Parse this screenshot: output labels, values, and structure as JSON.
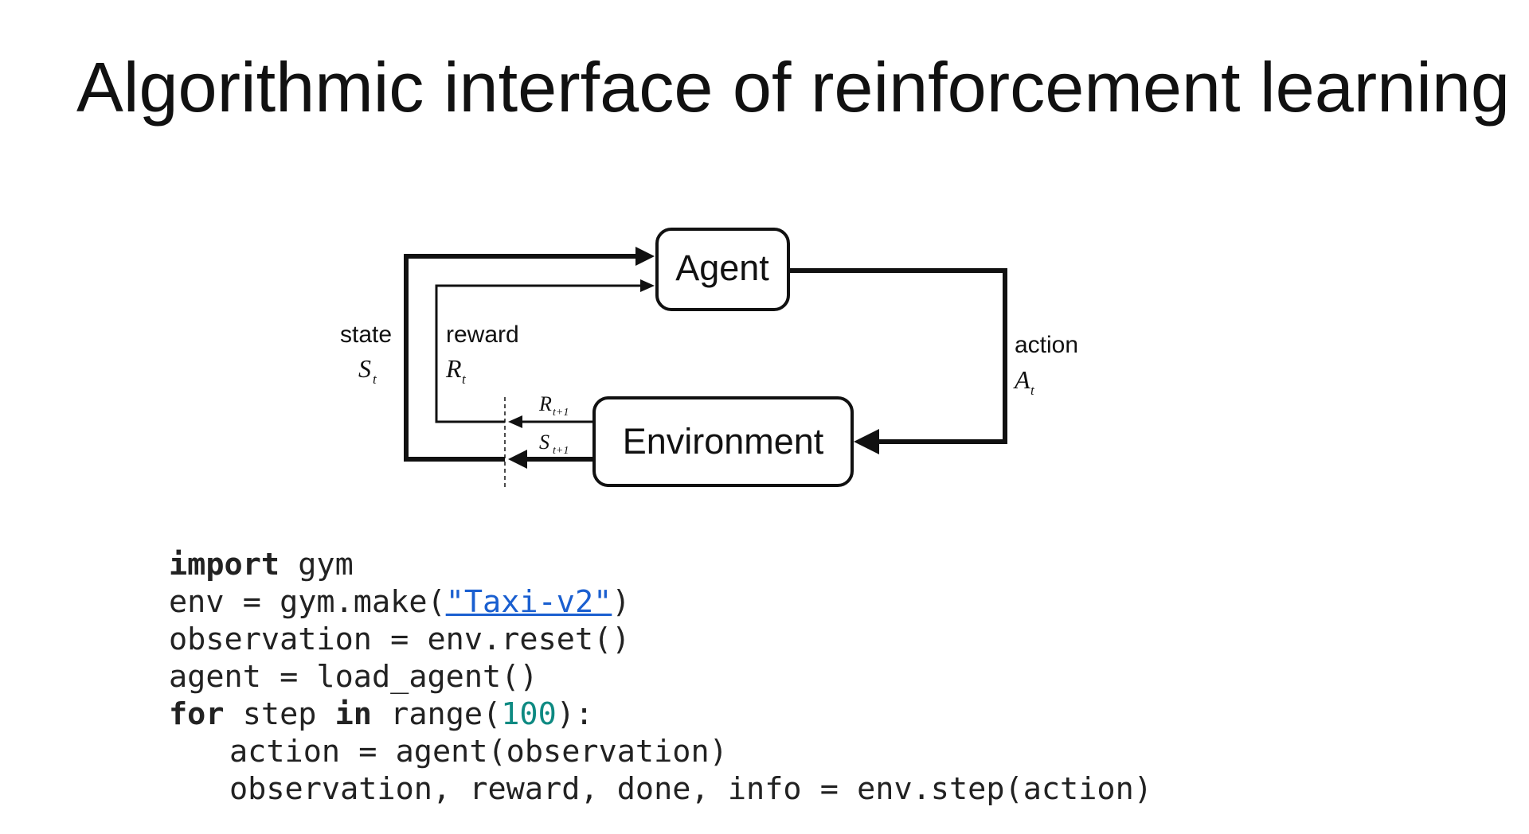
{
  "title": "Algorithmic interface of reinforcement learning",
  "diagram": {
    "agent_label": "Agent",
    "environment_label": "Environment",
    "state_label": "state",
    "state_symbol": "S",
    "state_sub": "t",
    "reward_label": "reward",
    "reward_symbol": "R",
    "reward_sub": "t",
    "action_label": "action",
    "action_symbol": "A",
    "action_sub": "t",
    "next_reward_symbol": "R",
    "next_reward_sub": "t+1",
    "next_state_symbol": "S",
    "next_state_sub": "t+1"
  },
  "code": {
    "line1": {
      "kw": "import",
      "rest": " gym"
    },
    "line2": {
      "pre": "env = gym.make(",
      "str": "\"Taxi-v2\"",
      "post": ")"
    },
    "line3": "observation = env.reset()",
    "line4": "agent = load_agent()",
    "line5": {
      "kw1": "for",
      "mid1": " step ",
      "kw2": "in",
      "mid2": " range(",
      "num": "100",
      "post": "):"
    },
    "line6": "action = agent(observation)",
    "line7": "observation, reward, done, info = env.step(action)"
  },
  "colors": {
    "string": "#1a5fd0",
    "number": "#0e8a82"
  }
}
